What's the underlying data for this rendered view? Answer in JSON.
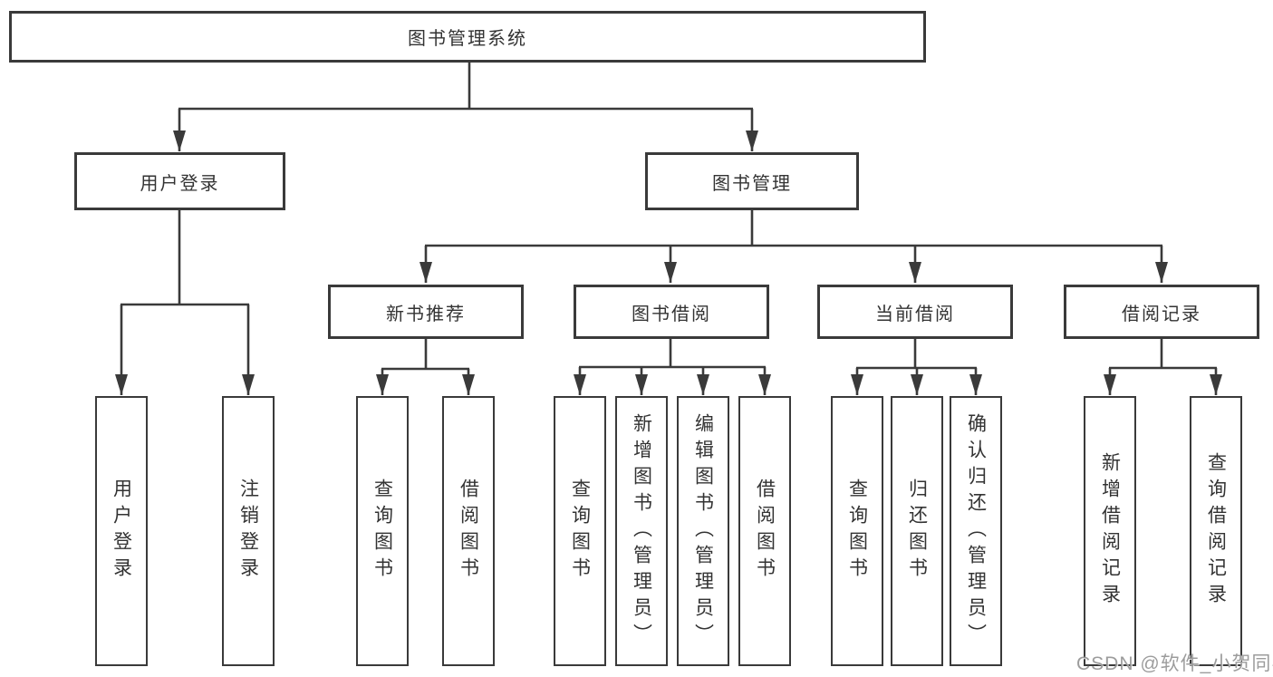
{
  "diagram": {
    "title": "图书管理系统",
    "watermark": "CSDN @软件_小贺同学",
    "line_color": "#3a3a3a",
    "modules": [
      {
        "label": "用户登录",
        "features": [
          "用户登录",
          "注销登录"
        ]
      },
      {
        "label": "图书管理",
        "submodules": [
          {
            "label": "新书推荐",
            "features": [
              "查询图书",
              "借阅图书"
            ]
          },
          {
            "label": "图书借阅",
            "features": [
              "查询图书",
              "新增图书（管理员）",
              "编辑图书（管理员）",
              "借阅图书"
            ]
          },
          {
            "label": "当前借阅",
            "features": [
              "查询图书",
              "归还图书",
              "确认归还（管理员）"
            ]
          },
          {
            "label": "借阅记录",
            "features": [
              "新增借阅记录",
              "查询借阅记录"
            ]
          }
        ]
      }
    ]
  }
}
